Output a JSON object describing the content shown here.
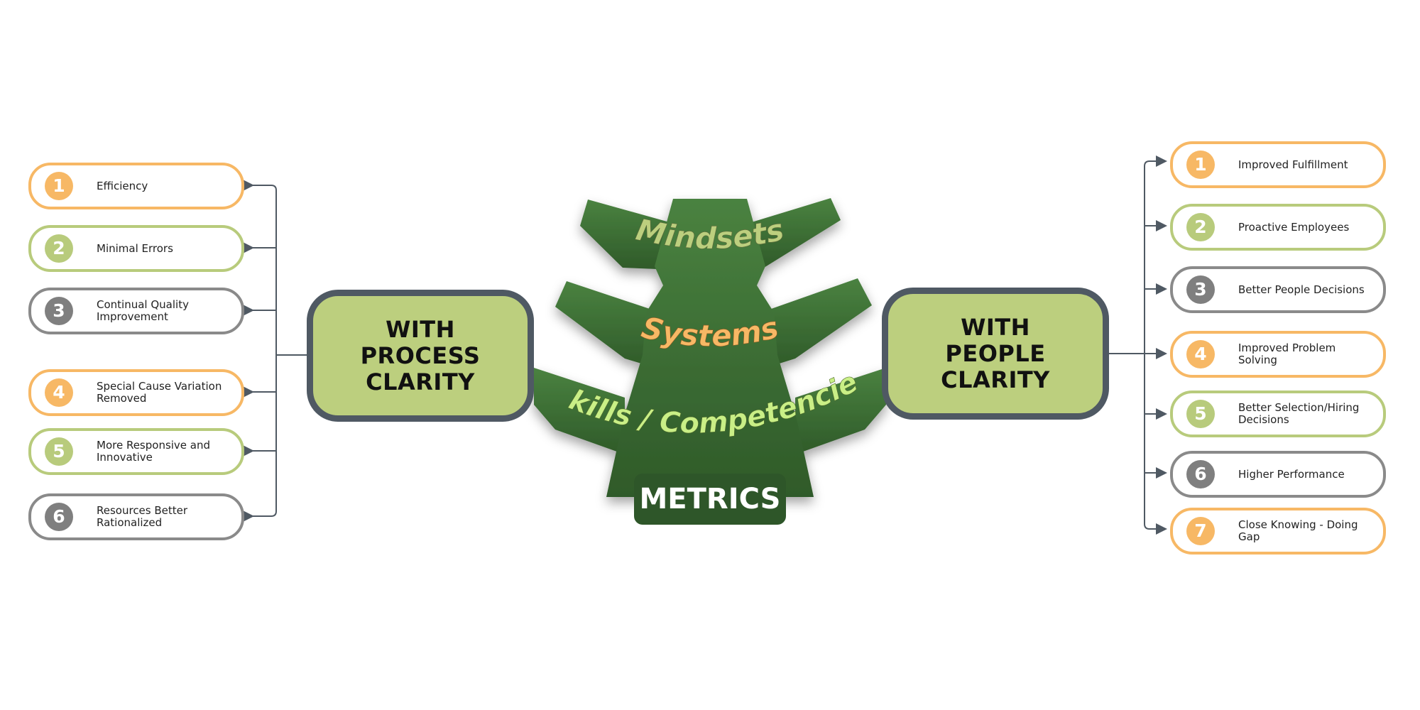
{
  "left_hub": {
    "title": "WITH\nPROCESS\nCLARITY"
  },
  "right_hub": {
    "title": "WITH\nPEOPLE\nCLARITY"
  },
  "tree": {
    "tier1": "Mindsets",
    "tier2": "Systems",
    "tier3": "Skills / Competencies",
    "base": "METRICS"
  },
  "colors": {
    "orange": "#f7b865",
    "green": "#b8cb7c",
    "gray": "#7f7f7f",
    "tree_green": "#3f6f35",
    "hub_fill": "#bccf7e",
    "hub_border": "#4f5963"
  },
  "left_items": [
    {
      "num": "1",
      "label": "Efficiency",
      "color": "orange"
    },
    {
      "num": "2",
      "label": "Minimal Errors",
      "color": "green"
    },
    {
      "num": "3",
      "label": "Continual Quality\nImprovement",
      "color": "gray"
    },
    {
      "num": "4",
      "label": "Special Cause Variation\nRemoved",
      "color": "orange"
    },
    {
      "num": "5",
      "label": "More Responsive and\nInnovative",
      "color": "green"
    },
    {
      "num": "6",
      "label": "Resources Better\nRationalized",
      "color": "gray"
    }
  ],
  "right_items": [
    {
      "num": "1",
      "label": "Improved Fulfillment",
      "color": "orange"
    },
    {
      "num": "2",
      "label": "Proactive Employees",
      "color": "green"
    },
    {
      "num": "3",
      "label": "Better People Decisions",
      "color": "gray"
    },
    {
      "num": "4",
      "label": "Improved Problem Solving",
      "color": "orange"
    },
    {
      "num": "5",
      "label": "Better Selection/Hiring\nDecisions",
      "color": "green"
    },
    {
      "num": "6",
      "label": "Higher Performance",
      "color": "gray"
    },
    {
      "num": "7",
      "label": "Close Knowing - Doing\nGap",
      "color": "orange"
    }
  ]
}
